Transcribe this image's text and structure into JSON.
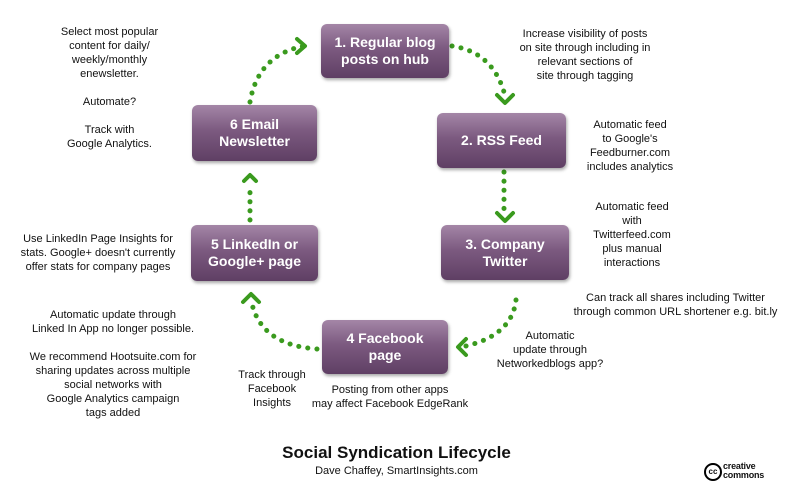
{
  "boxes": {
    "b1": "1. Regular blog\nposts on hub",
    "b2": "2. RSS Feed",
    "b3": "3. Company\nTwitter",
    "b4": "4 Facebook\npage",
    "b5": "5 LinkedIn or\nGoogle+ page",
    "b6": "6 Email\nNewsletter"
  },
  "notes": {
    "n1_left": "Select most popular\ncontent for daily/\nweekly/monthly\nenewsletter.\n\nAutomate?\n\nTrack with\nGoogle Analytics.",
    "n1_right": "Increase visibility of posts\non site through including in\nrelevant sections of\nsite through tagging",
    "n2_right": "Automatic feed\nto Google's\nFeedburner.com\nincludes analytics",
    "n3_right": "Automatic feed\nwith\nTwitterfeed.com\nplus manual\ninteractions",
    "n3_bottom": "Can track all shares including Twitter\nthrough common URL shortener e.g. bit.ly",
    "n4_right": "Automatic\nupdate through\nNetworkedblogs app?",
    "n4_bottom": "Posting from other apps\nmay affect Facebook EdgeRank",
    "n5_left": "Use LinkedIn Page Insights for\nstats. Google+ doesn't currently\noffer stats for company pages",
    "n5_track": "Track through\nFacebook\nInsights",
    "n6_left": "Automatic update through\nLinked In App no longer possible.\n\nWe recommend Hootsuite.com for\nsharing updates across multiple\nsocial networks with\nGoogle Analytics campaign\ntags added"
  },
  "title": "Social Syndication Lifecycle",
  "byline": "Dave Chaffey, SmartInsights.com",
  "license": {
    "symbol": "cc",
    "text_line1": "creative",
    "text_line2": "commons"
  },
  "colors": {
    "box_top": "#a486a7",
    "box_bottom": "#5f3f64",
    "arrow": "#3a9a1e"
  }
}
